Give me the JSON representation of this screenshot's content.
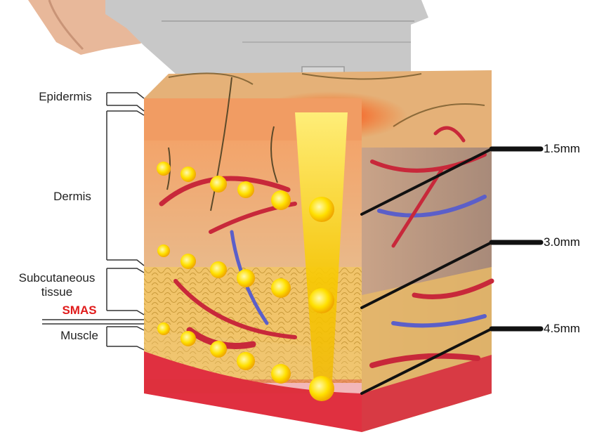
{
  "layers": {
    "epidermis": "Epidermis",
    "dermis": "Dermis",
    "subcutaneous_line1": "Subcutaneous",
    "subcutaneous_line2": "tissue",
    "smas": "SMAS",
    "muscle": "Muscle"
  },
  "depths": {
    "d1": "1.5mm",
    "d2": "3.0mm",
    "d3": "4.5mm"
  },
  "colors": {
    "smas_text": "#e01b1b",
    "focal_point": "#ffd400",
    "beam": "#f5c400",
    "muscle": "#d9303a",
    "fat": "#f2c46d",
    "device": "#c9c9c9"
  },
  "icons": {
    "device": "ultrasound-transducer-icon",
    "hand": "hand-icon"
  }
}
